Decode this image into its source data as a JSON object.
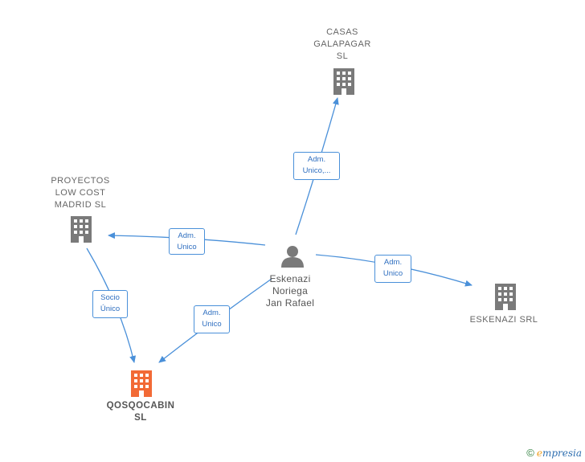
{
  "nodes": {
    "casas": {
      "label": "CASAS\nGALAPAGAR\nSL",
      "color": "#7a7a7a"
    },
    "proyectos": {
      "label": "PROYECTOS\nLOW COST\nMADRID  SL",
      "color": "#7a7a7a"
    },
    "eskenazi_srl": {
      "label": "ESKENAZI SRL",
      "color": "#7a7a7a"
    },
    "qosqocabin": {
      "label": "QOSQOCABIN\nSL",
      "color": "#f26a36"
    },
    "person": {
      "label": "Eskenazi\nNoriega\nJan Rafael",
      "color": "#7a7a7a"
    }
  },
  "edges": {
    "to_casas": "Adm.\nUnico,...",
    "to_proyectos": "Adm.\nUnico",
    "to_eskenazi": "Adm.\nUnico",
    "to_qosqocabin": "Adm.\nUnico",
    "proyectos_to_qosqocabin": "Socio\nÚnico"
  },
  "colors": {
    "edge": "#4a90d9",
    "building": "#7a7a7a",
    "highlight": "#f26a36"
  },
  "footer": {
    "copyright": "©",
    "brand_initial": "e",
    "brand_rest": "mpresia"
  }
}
